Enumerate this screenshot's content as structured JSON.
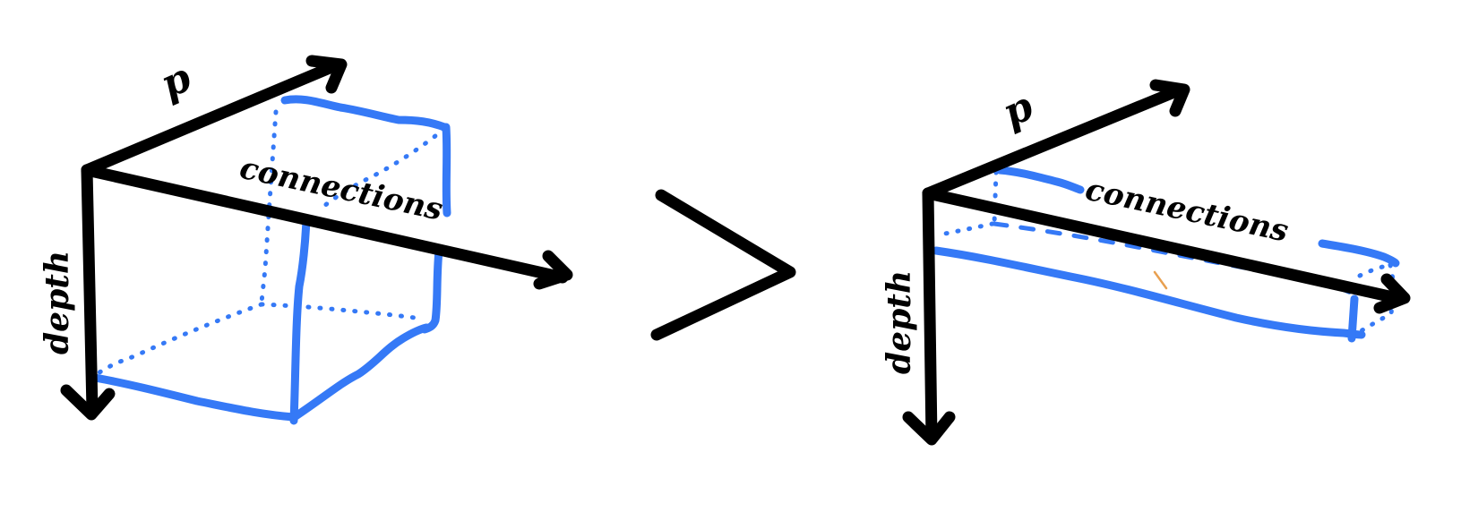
{
  "left_diagram": {
    "label_p": "p",
    "label_connections": "connections",
    "label_depth": "depth"
  },
  "comparison_symbol": ">",
  "right_diagram": {
    "label_p": "p",
    "label_connections": "connections",
    "label_depth": "depth"
  },
  "colors": {
    "axes": "#000000",
    "volume_outline": "#3579f6",
    "accent_mark": "#e8a050"
  }
}
